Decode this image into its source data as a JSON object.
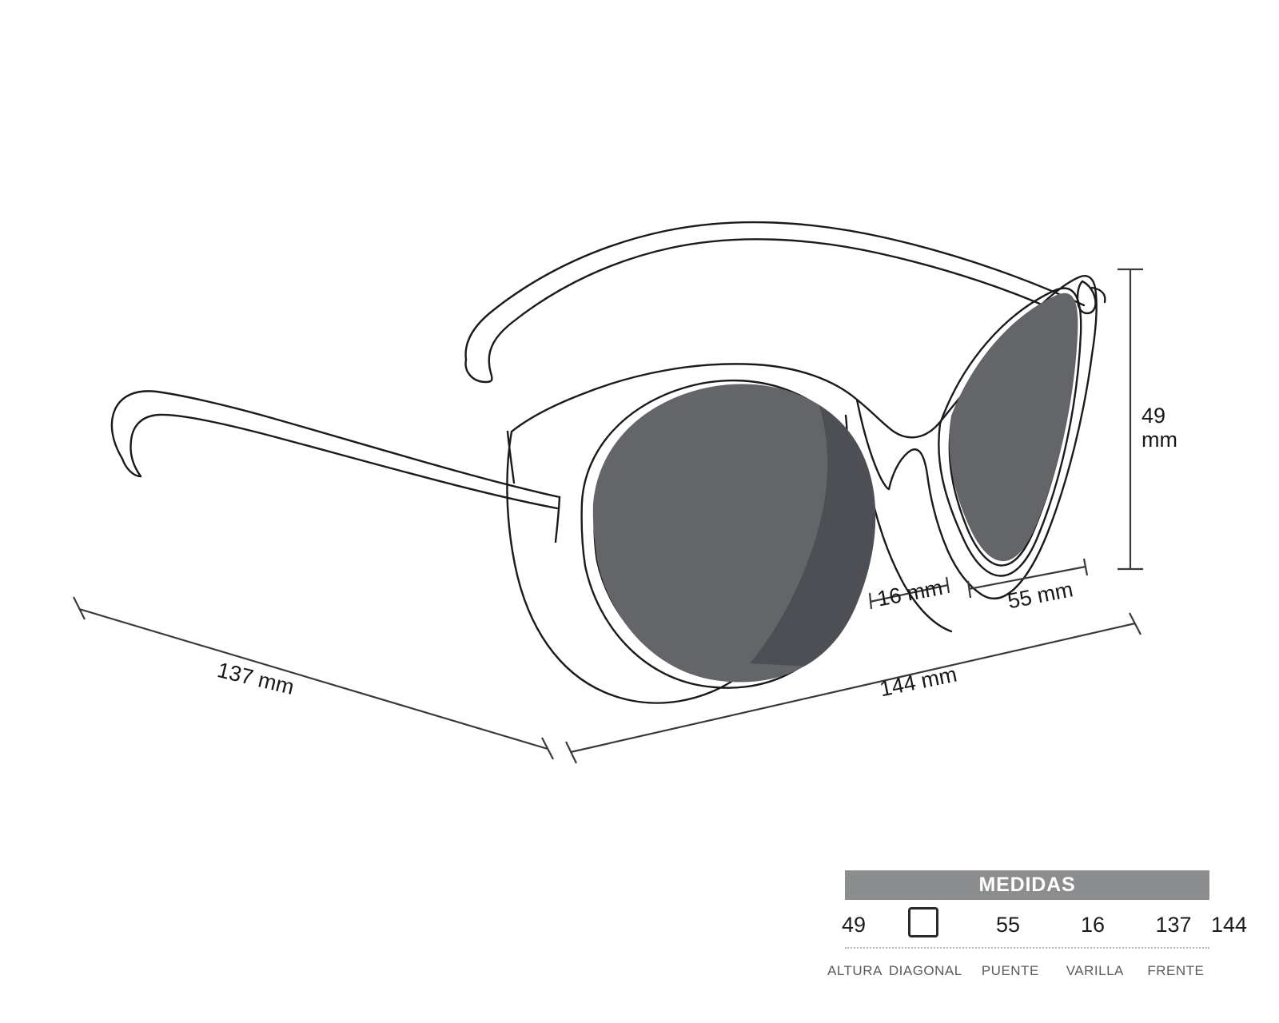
{
  "product": {
    "type": "sunglasses-technical-drawing",
    "view": "three-quarter-perspective"
  },
  "dimensions": {
    "height": {
      "value": "49",
      "unit": "mm",
      "line1": "49",
      "line2": "mm",
      "label": "49 mm"
    },
    "bridge": {
      "value": "16",
      "unit": "mm",
      "label": "16 mm"
    },
    "lens_width": {
      "value": "55",
      "unit": "mm",
      "label": "55 mm"
    },
    "temple": {
      "value": "137",
      "unit": "mm",
      "label": "137 mm"
    },
    "front_width": {
      "value": "144",
      "unit": "mm",
      "label": "144 mm"
    }
  },
  "measures_table": {
    "title": "MEDIDAS",
    "columns": [
      {
        "key": "altura",
        "value": "49",
        "label": "ALTURA"
      },
      {
        "key": "diagonal",
        "value": "",
        "label": "DIAGONAL",
        "icon": "square-outline-icon"
      },
      {
        "key": "puente",
        "value": "55",
        "label": "PUENTE"
      },
      {
        "key": "varilla",
        "value": "16",
        "label": "VARILLA"
      },
      {
        "key": "frente",
        "value": "137",
        "label": "FRENTE"
      },
      {
        "key": "extra",
        "value": "144",
        "label": ""
      }
    ],
    "values_row": [
      "49",
      "",
      "55",
      "16",
      "137",
      "144"
    ],
    "labels_row": [
      "ALTURA",
      "DIAGONAL",
      "PUENTE",
      "VARILLA",
      "FRENTE"
    ]
  },
  "colors": {
    "background": "#ffffff",
    "outline": "#1a1a1a",
    "lens_light": "#636568",
    "lens_dark": "#4d4f54",
    "table_header_bg": "#8b8d8f",
    "table_header_text": "#ffffff",
    "table_value_text": "#1c1c1c",
    "table_label_text": "#5b5b5b",
    "dimension_line": "#3a3a3a"
  }
}
